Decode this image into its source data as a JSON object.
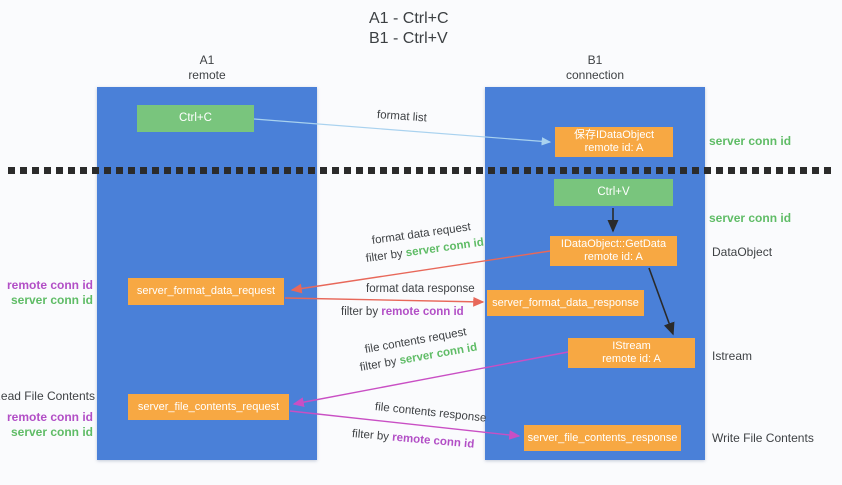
{
  "title": {
    "line1": "A1 - Ctrl+C",
    "line2": "B1 - Ctrl+V"
  },
  "lanes": {
    "left": {
      "name": "A1",
      "role": "remote"
    },
    "right": {
      "name": "B1",
      "role": "connection"
    }
  },
  "nodes": {
    "ctrl_c": {
      "label": "Ctrl+C"
    },
    "save_dataobject": {
      "line1": "保存IDataObject",
      "line2": "remote id: A"
    },
    "ctrl_v": {
      "label": "Ctrl+V"
    },
    "getdata": {
      "line1": "IDataObject::GetData",
      "line2": "remote id: A"
    },
    "format_request": {
      "label": "server_format_data_request"
    },
    "format_response": {
      "label": "server_format_data_response"
    },
    "istream": {
      "line1": "IStream",
      "line2": "remote id: A"
    },
    "file_request": {
      "label": "server_file_contents_request"
    },
    "file_response": {
      "label": "server_file_contents_response"
    }
  },
  "flows": [
    {
      "label": "format list"
    },
    {
      "label": "format data request",
      "filter": "filter by",
      "key": "server conn id"
    },
    {
      "label": "format data response",
      "filter": "filter by",
      "key": "remote conn id"
    },
    {
      "label": "file contents request",
      "filter": "filter by",
      "key": "server conn id"
    },
    {
      "label": "file contents response",
      "filter": "filter by",
      "key": "remote conn id"
    }
  ],
  "annotations": {
    "right_server_conn_1": "server conn id",
    "right_server_conn_2": "server conn id",
    "right_dataobject": "DataObject",
    "right_istream": "Istream",
    "right_write_file": "Write File Contents",
    "left_remote_conn_1": "remote conn id",
    "left_server_conn_1": "server conn id",
    "left_read_file": "Read File Contents",
    "left_remote_conn_2": "remote conn id",
    "left_server_conn_2": "server conn id"
  },
  "colors": {
    "lane_blue": "#4a80d8",
    "node_orange": "#f7a843",
    "node_green": "#79c57d",
    "id_green": "#5fbc66",
    "id_purple": "#b24fc6",
    "arrow_blue": "#a9d2ef",
    "arrow_red": "#e8685a",
    "arrow_magenta": "#c94fc4",
    "arrow_black": "#2a2a2a"
  }
}
